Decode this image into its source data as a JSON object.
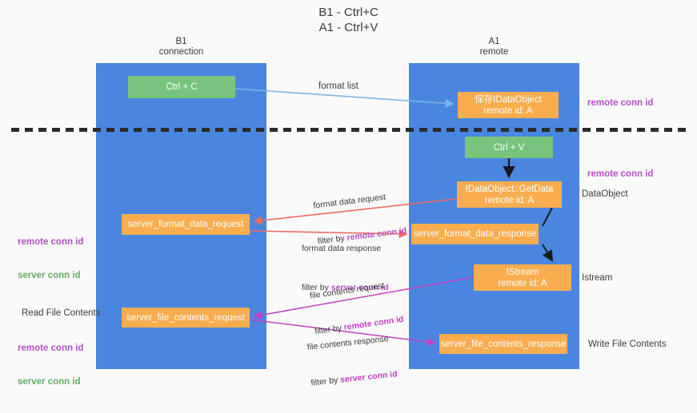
{
  "title": "B1 - Ctrl+C\nA1 - Ctrl+V",
  "lanes": [
    {
      "id": "b1",
      "label": "B1\nconnection",
      "color": "#4a86e0"
    },
    {
      "id": "a1",
      "label": "A1\nremote",
      "color": "#4a86e0"
    }
  ],
  "nodes": {
    "ctrl_c": "Ctrl + C",
    "idataobject": "保存IDataObject\nremote id: A",
    "ctrl_v": "Ctrl + V",
    "getdata": "IDataObject::GetData\nremote id: A",
    "server_format_data_request": "server_format_data_request",
    "server_format_data_response": "server_format_data_response",
    "istream": "IStream\nremote id: A",
    "server_file_contents_request": "server_file_contents_request",
    "server_file_contents_response": "server_file_contents_response"
  },
  "edge_labels": {
    "format_list": "format list",
    "format_data_request": "format data request",
    "format_data_request_filter_prefix": "filter by ",
    "format_data_request_filter_key": "remote conn id",
    "format_data_response": "format data response",
    "format_data_response_filter_prefix": "filter by ",
    "format_data_response_filter_key": "server conn id",
    "file_contents_request": "file contents request",
    "file_contents_request_filter_prefix": "filter by ",
    "file_contents_request_filter_key": "remote conn id",
    "file_contents_response": "file contents response",
    "file_contents_response_filter_prefix": "filter by ",
    "file_contents_response_filter_key": "server conn id"
  },
  "annotations": {
    "remote_conn_id_top": "remote conn id",
    "remote_conn_id_mid": "remote conn id",
    "dataobject": "DataObject",
    "left_remote_conn_id_1": "remote conn id",
    "left_server_conn_id_1": "server conn id",
    "istream_label": "Istream",
    "read_file_contents": "Read File Contents",
    "left_remote_conn_id_2": "remote conn id",
    "left_server_conn_id_2": "server conn id",
    "write_file_contents": "Write File Contents"
  },
  "colors": {
    "lane": "#4a86e0",
    "green_node": "#78c47c",
    "orange_node": "#f9ad4e",
    "purple_text": "#b44ec7",
    "green_text": "#5fae63",
    "magenta_edge": "#c43fc4",
    "red_edge": "#f06a5e",
    "blue_edge": "#7fb3e8",
    "separator": "#2b2b2b"
  }
}
